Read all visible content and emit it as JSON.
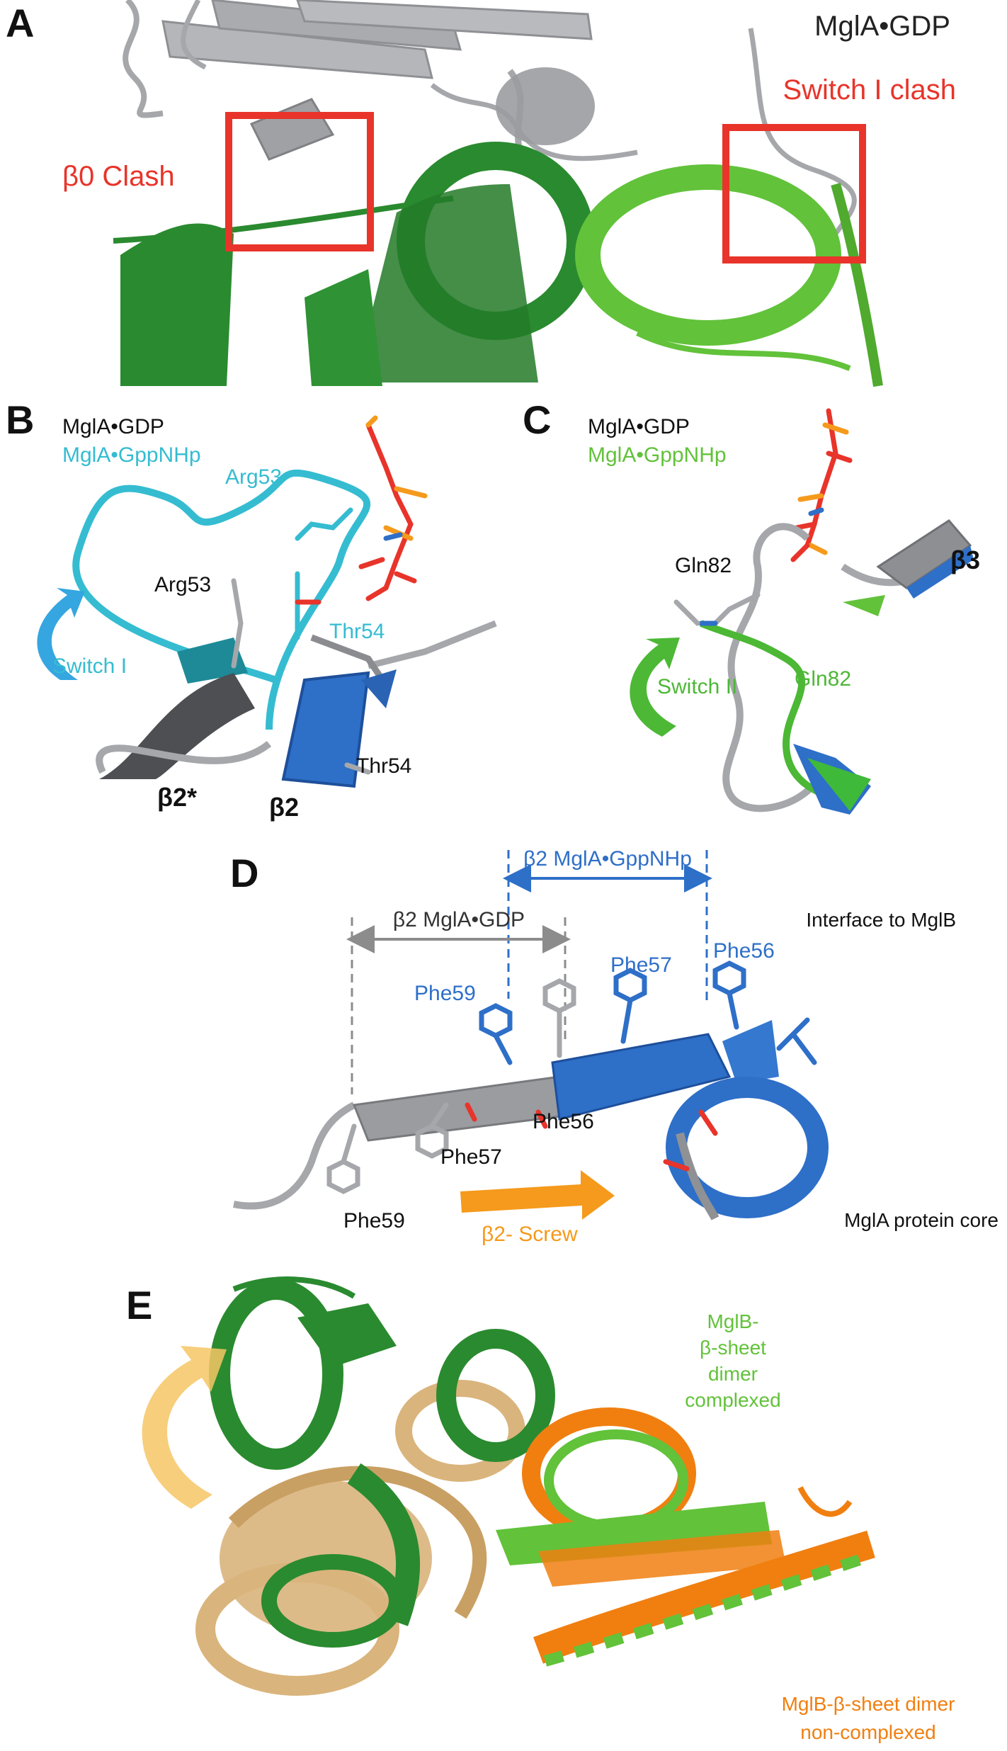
{
  "panels": {
    "A": {
      "letter": "A",
      "title": "MglA•GDP",
      "clash_left": "β0 Clash",
      "clash_right": "Switch I clash"
    },
    "B": {
      "letter": "B",
      "legend_gdp": "MglA•GDP",
      "legend_gpp": "MglA•GppNHp",
      "arg53_cyan": "Arg53",
      "arg53_gray": "Arg53",
      "thr54_cyan": "Thr54",
      "thr54_gray": "Thr54",
      "switch": "Switch I",
      "beta2star": "β2*",
      "beta2": "β2"
    },
    "C": {
      "letter": "C",
      "legend_gdp": "MglA•GDP",
      "legend_gpp": "MglA•GppNHp",
      "gln82_gray": "Gln82",
      "gln82_green": "Gln82",
      "switch": "Switch II",
      "beta3": "β3"
    },
    "D": {
      "letter": "D",
      "beta2_gpp": "β2 MglA•GppNHp",
      "beta2_gdp": "β2 MglA•GDP",
      "interface": "Interface to MglB",
      "core": "MglA protein core",
      "screw": "β2- Screw",
      "phe59_blue": "Phe59",
      "phe57_blue": "Phe57",
      "phe56_blue": "Phe56",
      "phe56_gray": "Phe56",
      "phe57_gray": "Phe57",
      "phe59_gray": "Phe59"
    },
    "E": {
      "letter": "E",
      "complexed": [
        "MglB-",
        "β-sheet",
        "dimer",
        "complexed"
      ],
      "noncomplexed": [
        "MglB-β-sheet dimer",
        "non-complexed"
      ]
    }
  },
  "colors": {
    "gray": "#a5a7ab",
    "dark_green": "#2a8a2f",
    "light_green": "#62c23a",
    "red": "#e8342a",
    "cyan": "#35bcd1",
    "blue": "#2e6fc8",
    "orange": "#f59a1c",
    "tan": "#d9b47c",
    "orange_e": "#f07f10"
  }
}
